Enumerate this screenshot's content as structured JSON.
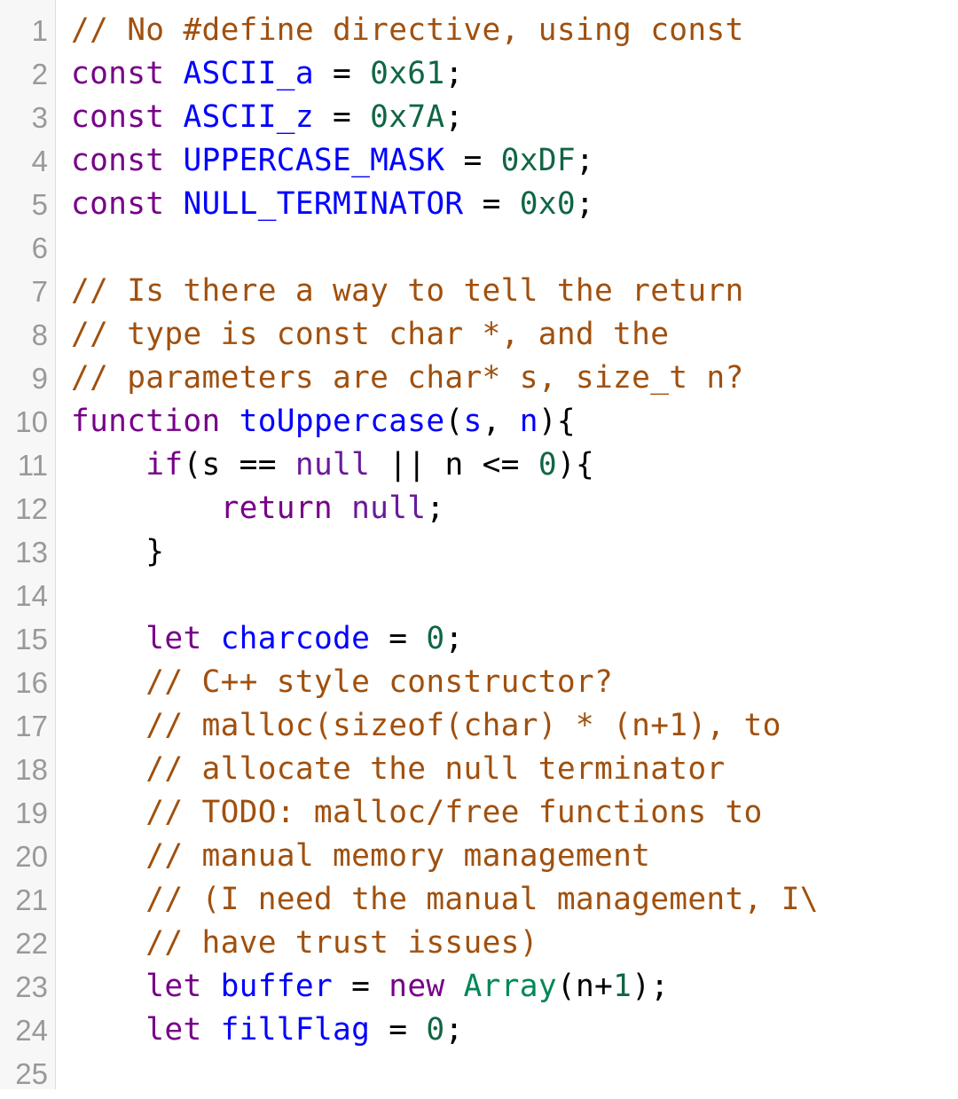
{
  "editor": {
    "colors": {
      "comment": "#a0500e",
      "keyword": "#770088",
      "def": "#0000ff",
      "number": "#116644",
      "builtin": "#008855",
      "gutter_bg": "#f7f7f7",
      "line_number": "#999999"
    },
    "lines": [
      [
        [
          "// No #define directive, using const",
          "comment"
        ]
      ],
      [
        [
          "const",
          "keyword"
        ],
        [
          " ",
          "plain"
        ],
        [
          "ASCII_a",
          "def"
        ],
        [
          " = ",
          "plain"
        ],
        [
          "0x61",
          "number"
        ],
        [
          ";",
          "plain"
        ]
      ],
      [
        [
          "const",
          "keyword"
        ],
        [
          " ",
          "plain"
        ],
        [
          "ASCII_z",
          "def"
        ],
        [
          " = ",
          "plain"
        ],
        [
          "0x7A",
          "number"
        ],
        [
          ";",
          "plain"
        ]
      ],
      [
        [
          "const",
          "keyword"
        ],
        [
          " ",
          "plain"
        ],
        [
          "UPPERCASE_MASK",
          "def"
        ],
        [
          " = ",
          "plain"
        ],
        [
          "0xDF",
          "number"
        ],
        [
          ";",
          "plain"
        ]
      ],
      [
        [
          "const",
          "keyword"
        ],
        [
          " ",
          "plain"
        ],
        [
          "NULL_TERMINATOR",
          "def"
        ],
        [
          " = ",
          "plain"
        ],
        [
          "0x0",
          "number"
        ],
        [
          ";",
          "plain"
        ]
      ],
      [],
      [
        [
          "// Is there a way to tell the return",
          "comment"
        ]
      ],
      [
        [
          "// type is const char *, and the",
          "comment"
        ]
      ],
      [
        [
          "// parameters are char* s, size_t n?",
          "comment"
        ]
      ],
      [
        [
          "function",
          "keyword"
        ],
        [
          " ",
          "plain"
        ],
        [
          "toUppercase",
          "def"
        ],
        [
          "(",
          "plain"
        ],
        [
          "s",
          "def"
        ],
        [
          ", ",
          "plain"
        ],
        [
          "n",
          "def"
        ],
        [
          "){",
          "plain"
        ]
      ],
      [
        [
          "    ",
          "plain"
        ],
        [
          "if",
          "keyword"
        ],
        [
          "(s == ",
          "plain"
        ],
        [
          "null",
          "atom"
        ],
        [
          " || n <= ",
          "plain"
        ],
        [
          "0",
          "number"
        ],
        [
          "){",
          "plain"
        ]
      ],
      [
        [
          "        ",
          "plain"
        ],
        [
          "return",
          "keyword"
        ],
        [
          " ",
          "plain"
        ],
        [
          "null",
          "atom"
        ],
        [
          ";",
          "plain"
        ]
      ],
      [
        [
          "    }",
          "plain"
        ]
      ],
      [],
      [
        [
          "    ",
          "plain"
        ],
        [
          "let",
          "keyword"
        ],
        [
          " ",
          "plain"
        ],
        [
          "charcode",
          "def"
        ],
        [
          " = ",
          "plain"
        ],
        [
          "0",
          "number"
        ],
        [
          ";",
          "plain"
        ]
      ],
      [
        [
          "    ",
          "plain"
        ],
        [
          "// C++ style constructor?",
          "comment"
        ]
      ],
      [
        [
          "    ",
          "plain"
        ],
        [
          "// malloc(sizeof(char) * (n+1), to",
          "comment"
        ]
      ],
      [
        [
          "    ",
          "plain"
        ],
        [
          "// allocate the null terminator",
          "comment"
        ]
      ],
      [
        [
          "    ",
          "plain"
        ],
        [
          "// TODO: malloc/free functions to",
          "comment"
        ]
      ],
      [
        [
          "    ",
          "plain"
        ],
        [
          "// manual memory management",
          "comment"
        ]
      ],
      [
        [
          "    ",
          "plain"
        ],
        [
          "// (I need the manual management, I\\",
          "comment"
        ]
      ],
      [
        [
          "    ",
          "plain"
        ],
        [
          "// have trust issues)",
          "comment"
        ]
      ],
      [
        [
          "    ",
          "plain"
        ],
        [
          "let",
          "keyword"
        ],
        [
          " ",
          "plain"
        ],
        [
          "buffer",
          "def"
        ],
        [
          " = ",
          "plain"
        ],
        [
          "new",
          "keyword"
        ],
        [
          " ",
          "plain"
        ],
        [
          "Array",
          "builtin"
        ],
        [
          "(n+",
          "plain"
        ],
        [
          "1",
          "number"
        ],
        [
          ");",
          "plain"
        ]
      ],
      [
        [
          "    ",
          "plain"
        ],
        [
          "let",
          "keyword"
        ],
        [
          " ",
          "plain"
        ],
        [
          "fillFlag",
          "def"
        ],
        [
          " = ",
          "plain"
        ],
        [
          "0",
          "number"
        ],
        [
          ";",
          "plain"
        ]
      ],
      []
    ]
  }
}
